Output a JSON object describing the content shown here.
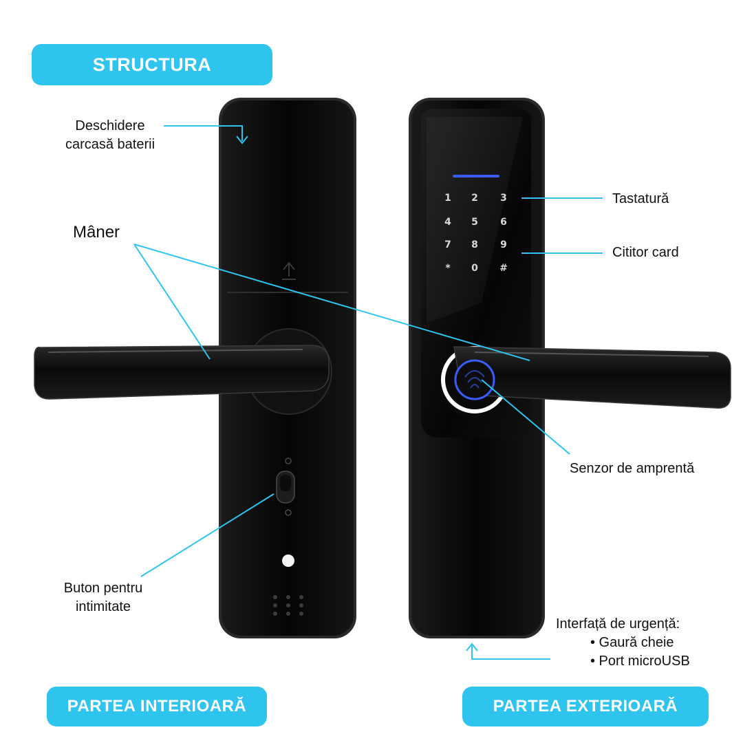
{
  "title": "STRUCTURA",
  "labels": {
    "battery": [
      "Deschidere",
      "carcasă baterii"
    ],
    "handle": "Mâner",
    "keypad": "Tastatură",
    "card_reader": "Cititor card",
    "fingerprint": "Senzor de amprentă",
    "privacy": [
      "Buton pentru",
      "intimitate"
    ],
    "emergency_title": "Interfață de urgență:",
    "emergency_items": [
      "• Gaură cheie",
      "• Port microUSB"
    ]
  },
  "sides": {
    "interior": "PARTEA INTERIOARĂ",
    "exterior": "PARTEA EXTERIOARĂ"
  },
  "keypad_keys": [
    "1",
    "2",
    "3",
    "4",
    "5",
    "6",
    "7",
    "8",
    "9",
    "*",
    "0",
    "#"
  ],
  "colors": {
    "accent": "#2ec4ee",
    "lock_body": "#0b0b0b",
    "fingerprint_ring": "#ffffff",
    "fingerprint_glow": "#3b5cff"
  }
}
